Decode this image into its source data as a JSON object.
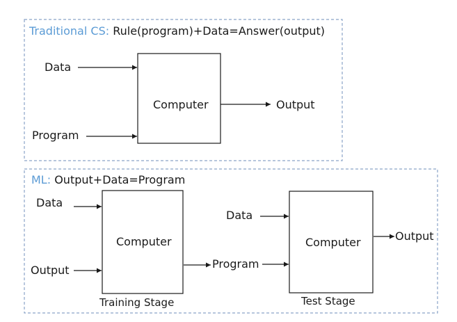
{
  "colors": {
    "accent": "#5b9bd5",
    "frame": "#8aa3c8",
    "ink": "#1a1a1a"
  },
  "traditional": {
    "prefix": "Traditional CS:",
    "equation": "Rule(program)+Data=Answer(output)",
    "input_data": "Data",
    "input_program": "Program",
    "box_label": "Computer",
    "output": "Output"
  },
  "ml": {
    "prefix": "ML:",
    "equation": "Output+Data=Program",
    "training": {
      "input_data": "Data",
      "input_output": "Output",
      "box_label": "Computer",
      "caption": "Training Stage"
    },
    "between_label": "Program",
    "test": {
      "input_data": "Data",
      "box_label": "Computer",
      "caption": "Test Stage",
      "output": "Output"
    }
  }
}
